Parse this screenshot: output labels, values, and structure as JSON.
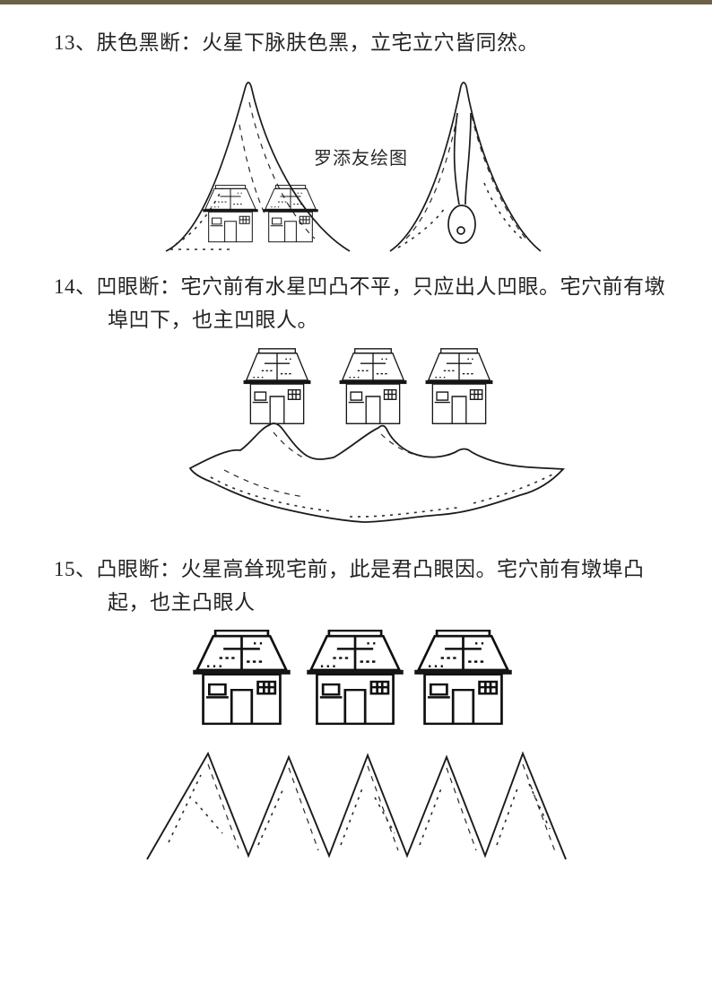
{
  "page": {
    "kind": "scanned-document-page",
    "colors": {
      "top_border": "#6c6147",
      "paper": "#ffffff",
      "ink": "#1b1b1b"
    }
  },
  "sections": {
    "s13": {
      "lines": [
        "13、肤色黑断：火星下脉肤色黑，立宅立穴皆同然。"
      ],
      "figure_caption": "罗添友绘图"
    },
    "s14": {
      "lines": [
        "14、凹眼断：宅穴前有水星凹凸不平，只应出人凹眼。宅穴前有墩",
        "埠凹下，也主凹眼人。"
      ]
    },
    "s15": {
      "lines": [
        "15、凸眼断：火星高耸现宅前，此是君凸眼因。宅穴前有墩埠凸",
        "起，也主凸眼人"
      ]
    }
  }
}
